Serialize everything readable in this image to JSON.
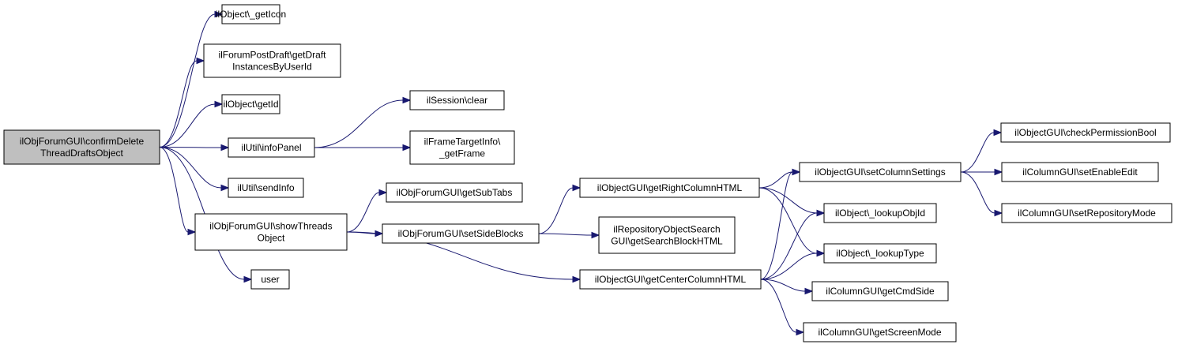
{
  "graph": {
    "colors": {
      "edge": "#191970",
      "root_fill": "#bfbfbf",
      "node_fill": "#ffffff",
      "node_border": "#000000"
    },
    "nodes": [
      {
        "id": "root",
        "lines": [
          "ilObjForumGUI\\confirmDelete",
          "ThreadDraftsObject"
        ],
        "root": true
      },
      {
        "id": "getIcon",
        "lines": [
          "ilObject\\_getIcon"
        ]
      },
      {
        "id": "getDraft",
        "lines": [
          "ilForumPostDraft\\getDraft",
          "InstancesByUserId"
        ]
      },
      {
        "id": "getId",
        "lines": [
          "ilObject\\getId"
        ]
      },
      {
        "id": "infoPanel",
        "lines": [
          "ilUtil\\infoPanel"
        ]
      },
      {
        "id": "sendInfo",
        "lines": [
          "ilUtil\\sendInfo"
        ]
      },
      {
        "id": "showThreads",
        "lines": [
          "ilObjForumGUI\\showThreads",
          "Object"
        ]
      },
      {
        "id": "user",
        "lines": [
          "user"
        ]
      },
      {
        "id": "sessionClear",
        "lines": [
          "ilSession\\clear"
        ]
      },
      {
        "id": "getFrame",
        "lines": [
          "ilFrameTargetInfo\\",
          "_getFrame"
        ]
      },
      {
        "id": "getSubTabs",
        "lines": [
          "ilObjForumGUI\\getSubTabs"
        ]
      },
      {
        "id": "setSideBlocks",
        "lines": [
          "ilObjForumGUI\\setSideBlocks"
        ]
      },
      {
        "id": "getRight",
        "lines": [
          "ilObjectGUI\\getRightColumnHTML"
        ]
      },
      {
        "id": "searchBlock",
        "lines": [
          "ilRepositoryObjectSearch",
          "GUI\\getSearchBlockHTML"
        ]
      },
      {
        "id": "getCenter",
        "lines": [
          "ilObjectGUI\\getCenterColumnHTML"
        ]
      },
      {
        "id": "setColumnSettings",
        "lines": [
          "ilObjectGUI\\setColumnSettings"
        ]
      },
      {
        "id": "lookupObjId",
        "lines": [
          "ilObject\\_lookupObjId"
        ]
      },
      {
        "id": "lookupType",
        "lines": [
          "ilObject\\_lookupType"
        ]
      },
      {
        "id": "getCmdSide",
        "lines": [
          "ilColumnGUI\\getCmdSide"
        ]
      },
      {
        "id": "getScreenMode",
        "lines": [
          "ilColumnGUI\\getScreenMode"
        ]
      },
      {
        "id": "checkPermission",
        "lines": [
          "ilObjectGUI\\checkPermissionBool"
        ]
      },
      {
        "id": "setEnableEdit",
        "lines": [
          "ilColumnGUI\\setEnableEdit"
        ]
      },
      {
        "id": "setRepositoryMode",
        "lines": [
          "ilColumnGUI\\setRepositoryMode"
        ]
      }
    ],
    "edges": [
      [
        "root",
        "getIcon"
      ],
      [
        "root",
        "getDraft"
      ],
      [
        "root",
        "getId"
      ],
      [
        "root",
        "infoPanel"
      ],
      [
        "root",
        "sendInfo"
      ],
      [
        "root",
        "showThreads"
      ],
      [
        "root",
        "user"
      ],
      [
        "infoPanel",
        "sessionClear"
      ],
      [
        "infoPanel",
        "getFrame"
      ],
      [
        "showThreads",
        "getSubTabs"
      ],
      [
        "showThreads",
        "setSideBlocks"
      ],
      [
        "showThreads",
        "getCenter"
      ],
      [
        "setSideBlocks",
        "getRight"
      ],
      [
        "setSideBlocks",
        "searchBlock"
      ],
      [
        "getRight",
        "setColumnSettings"
      ],
      [
        "getRight",
        "lookupObjId"
      ],
      [
        "getRight",
        "lookupType"
      ],
      [
        "getCenter",
        "setColumnSettings"
      ],
      [
        "getCenter",
        "lookupObjId"
      ],
      [
        "getCenter",
        "lookupType"
      ],
      [
        "getCenter",
        "getCmdSide"
      ],
      [
        "getCenter",
        "getScreenMode"
      ],
      [
        "setColumnSettings",
        "checkPermission"
      ],
      [
        "setColumnSettings",
        "setEnableEdit"
      ],
      [
        "setColumnSettings",
        "setRepositoryMode"
      ]
    ]
  }
}
